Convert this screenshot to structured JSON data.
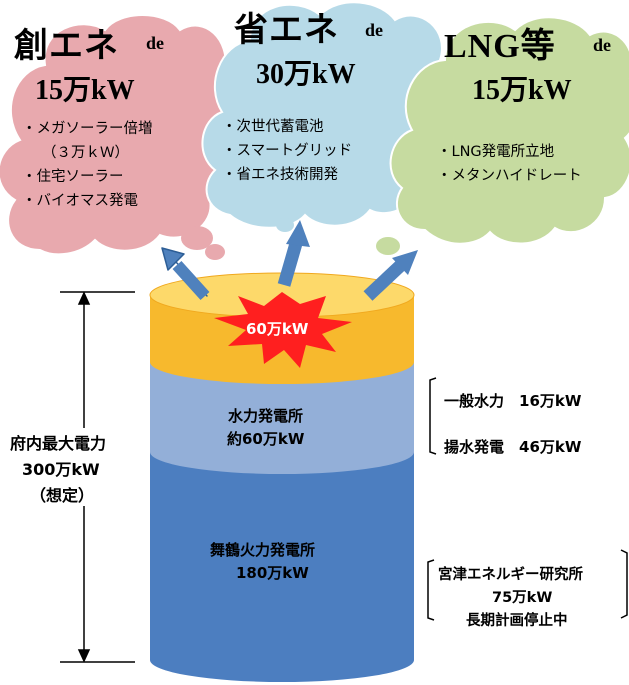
{
  "clouds": [
    {
      "title": "創エネ",
      "de": "de",
      "amount": "15万kW",
      "bullets": [
        "・メガソーラー倍増",
        "（３万ｋＷ）",
        "・住宅ソーラー",
        "・バイオマス発電"
      ],
      "color": "#e8a9ae"
    },
    {
      "title": "省エネ",
      "de": "de",
      "amount": "30万kW",
      "bullets": [
        "・次世代蓄電池",
        "・スマートグリッド",
        "・省エネ技術開発"
      ],
      "color": "#b7dae8"
    },
    {
      "title": "LNG等",
      "de": "de",
      "amount": "15万kW",
      "bullets": [
        "・LNG発電所立地",
        "・メタンハイドレート"
      ],
      "color": "#c6dba0"
    }
  ],
  "cylinder": {
    "top_label": "60万kW",
    "hydro_label": [
      "水力発電所",
      "約60万kW"
    ],
    "thermal_label": [
      "舞鶴火力発電所",
      "180万kW"
    ],
    "colors": {
      "top": "#f7b92d",
      "hydro": "#93afd8",
      "thermal": "#4c7ec0",
      "star": "#ff1f1f"
    }
  },
  "left_label": [
    "府内最大電力",
    "300万kW",
    "（想定）"
  ],
  "hydro_breakdown": [
    "一般水力　16万kW",
    "揚水発電　46万kW"
  ],
  "miyazu": [
    "宮津エネルギー研究所",
    "75万kW",
    "長期計画停止中"
  ]
}
